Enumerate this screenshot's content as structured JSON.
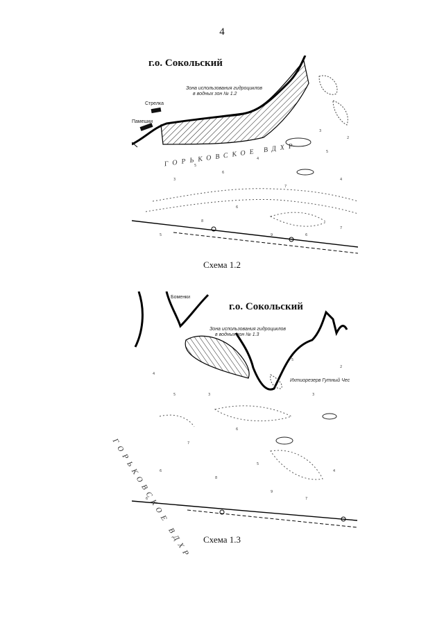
{
  "page": {
    "number": "4"
  },
  "scheme_1": {
    "title": "г.о. Сокольский",
    "caption": "Схема 1.2",
    "zone_label_line1": "Зона использования гидроциклов",
    "zone_label_line2": "в водных зон № 1.2",
    "place_strelka": "Стрелка",
    "place_pameshi": "Памешки",
    "lake_label": "ГОРЬКОВСКОЕ ВДХР"
  },
  "scheme_2": {
    "title": "г.о. Сокольский",
    "caption": "Схема 1.3",
    "zone_label_line1": "Зона использования гидроциклов",
    "zone_label_line2": "в водных зон № 1.3",
    "place_bomenki": "Боменки",
    "place_right": "Ихтиорезерв Гутный Чес",
    "lake_label": "ГОРЬКОВСКОЕ ВДХР"
  }
}
